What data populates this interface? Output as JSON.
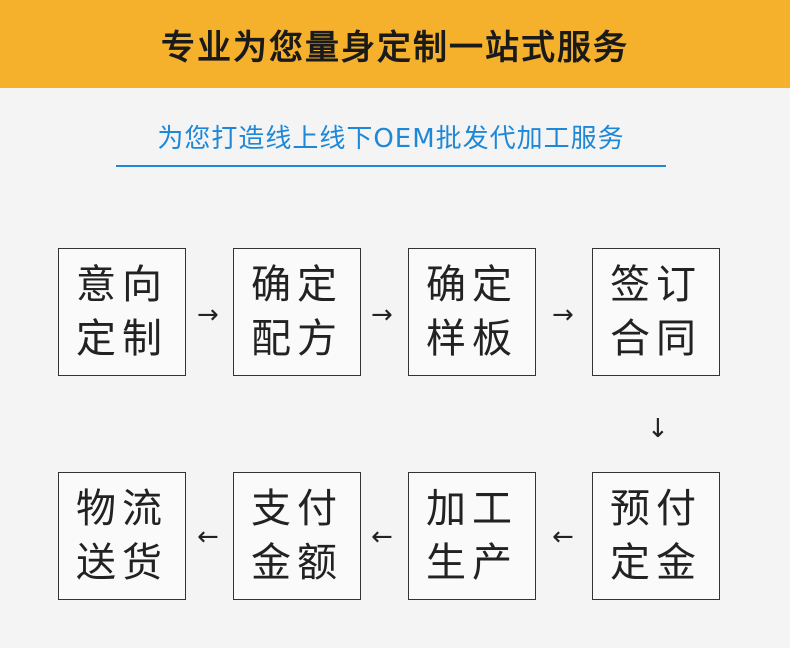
{
  "header": {
    "title": "专业为您量身定制一站式服务"
  },
  "subtitle": "为您打造线上线下OEM批发代加工服务",
  "steps": [
    {
      "line1": "意向",
      "line2": "定制"
    },
    {
      "line1": "确定",
      "line2": "配方"
    },
    {
      "line1": "确定",
      "line2": "样板"
    },
    {
      "line1": "签订",
      "line2": "合同"
    },
    {
      "line1": "预付",
      "line2": "定金"
    },
    {
      "line1": "加工",
      "line2": "生产"
    },
    {
      "line1": "支付",
      "line2": "金额"
    },
    {
      "line1": "物流",
      "line2": "送货"
    }
  ],
  "arrows": {
    "right": "→",
    "down": "↓",
    "left": "←"
  }
}
